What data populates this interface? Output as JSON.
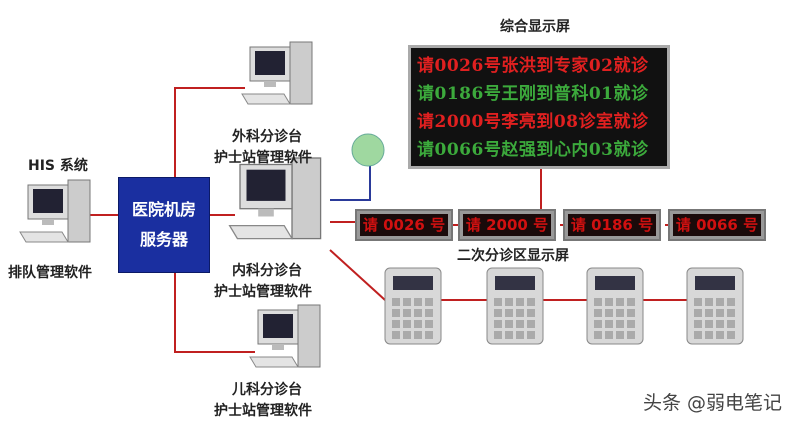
{
  "main_display": {
    "title": "综合显示屏",
    "rows": [
      {
        "text": "请0026号张洪到专家02就诊",
        "color": "#e02020"
      },
      {
        "text": "请0186号王刚到普科01就诊",
        "color": "#3caa3c"
      },
      {
        "text": "请2000号李亮到08诊室就诊",
        "color": "#e02020"
      },
      {
        "text": "请0066号赵强到心内03就诊",
        "color": "#3caa3c"
      }
    ]
  },
  "secondary_displays": {
    "title": "二次分诊区显示屏",
    "items": [
      "请 0026 号",
      "请 2000 号",
      "请 0186 号",
      "请 0066 号"
    ]
  },
  "his": {
    "title": "HIS 系统",
    "software": "排队管理软件"
  },
  "server": {
    "line1": "医院机房",
    "line2": "服务器"
  },
  "stations": [
    {
      "name": "外科分诊台",
      "software": "护士站管理软件"
    },
    {
      "name": "内科分诊台",
      "software": "护士站管理软件"
    },
    {
      "name": "儿科分诊台",
      "software": "护士站管理软件"
    }
  ],
  "watermark": "头条 @弱电笔记",
  "colors": {
    "line": "#c02020",
    "server": "#1a2fa0"
  }
}
